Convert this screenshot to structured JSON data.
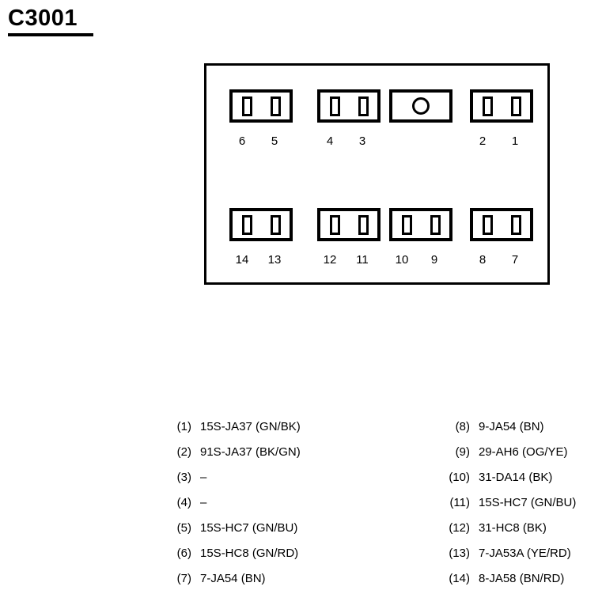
{
  "title": {
    "label": "C3001"
  },
  "connector": {
    "rows": [
      {
        "name": "top",
        "cavities": [
          {
            "type": "terminal-pair",
            "pins": [
              "6",
              "5"
            ]
          },
          {
            "type": "terminal-pair",
            "pins": [
              "4",
              "3"
            ]
          },
          {
            "type": "keyway-circle",
            "pins": []
          },
          {
            "type": "terminal-pair",
            "pins": [
              "2",
              "1"
            ]
          }
        ]
      },
      {
        "name": "bottom",
        "cavities": [
          {
            "type": "terminal-pair",
            "pins": [
              "14",
              "13"
            ]
          },
          {
            "type": "terminal-pair",
            "pins": [
              "12",
              "11"
            ]
          },
          {
            "type": "terminal-pair",
            "pins": [
              "10",
              "9"
            ]
          },
          {
            "type": "terminal-pair",
            "pins": [
              "8",
              "7"
            ]
          }
        ]
      }
    ],
    "pin_labels_top": [
      "6",
      "5",
      "4",
      "3",
      "2",
      "1"
    ],
    "pin_labels_bottom": [
      "14",
      "13",
      "12",
      "11",
      "10",
      "9",
      "8",
      "7"
    ]
  },
  "circuit_list": {
    "left": [
      {
        "index": "(1)",
        "code": "15S-JA37 (GN/BK)"
      },
      {
        "index": "(2)",
        "code": "91S-JA37 (BK/GN)"
      },
      {
        "index": "(3)",
        "code": "–"
      },
      {
        "index": "(4)",
        "code": "–"
      },
      {
        "index": "(5)",
        "code": "15S-HC7 (GN/BU)"
      },
      {
        "index": "(6)",
        "code": "15S-HC8 (GN/RD)"
      },
      {
        "index": "(7)",
        "code": "7-JA54 (BN)"
      }
    ],
    "right": [
      {
        "index": "(8)",
        "code": "9-JA54 (BN)"
      },
      {
        "index": "(9)",
        "code": "29-AH6 (OG/YE)"
      },
      {
        "index": "(10)",
        "code": "31-DA14 (BK)"
      },
      {
        "index": "(11)",
        "code": "15S-HC7 (GN/BU)"
      },
      {
        "index": "(12)",
        "code": "31-HC8 (BK)"
      },
      {
        "index": "(13)",
        "code": "7-JA53A (YE/RD)"
      },
      {
        "index": "(14)",
        "code": "8-JA58 (BN/RD)"
      }
    ]
  },
  "colors": {
    "ink": "#000000",
    "paper": "#ffffff"
  }
}
